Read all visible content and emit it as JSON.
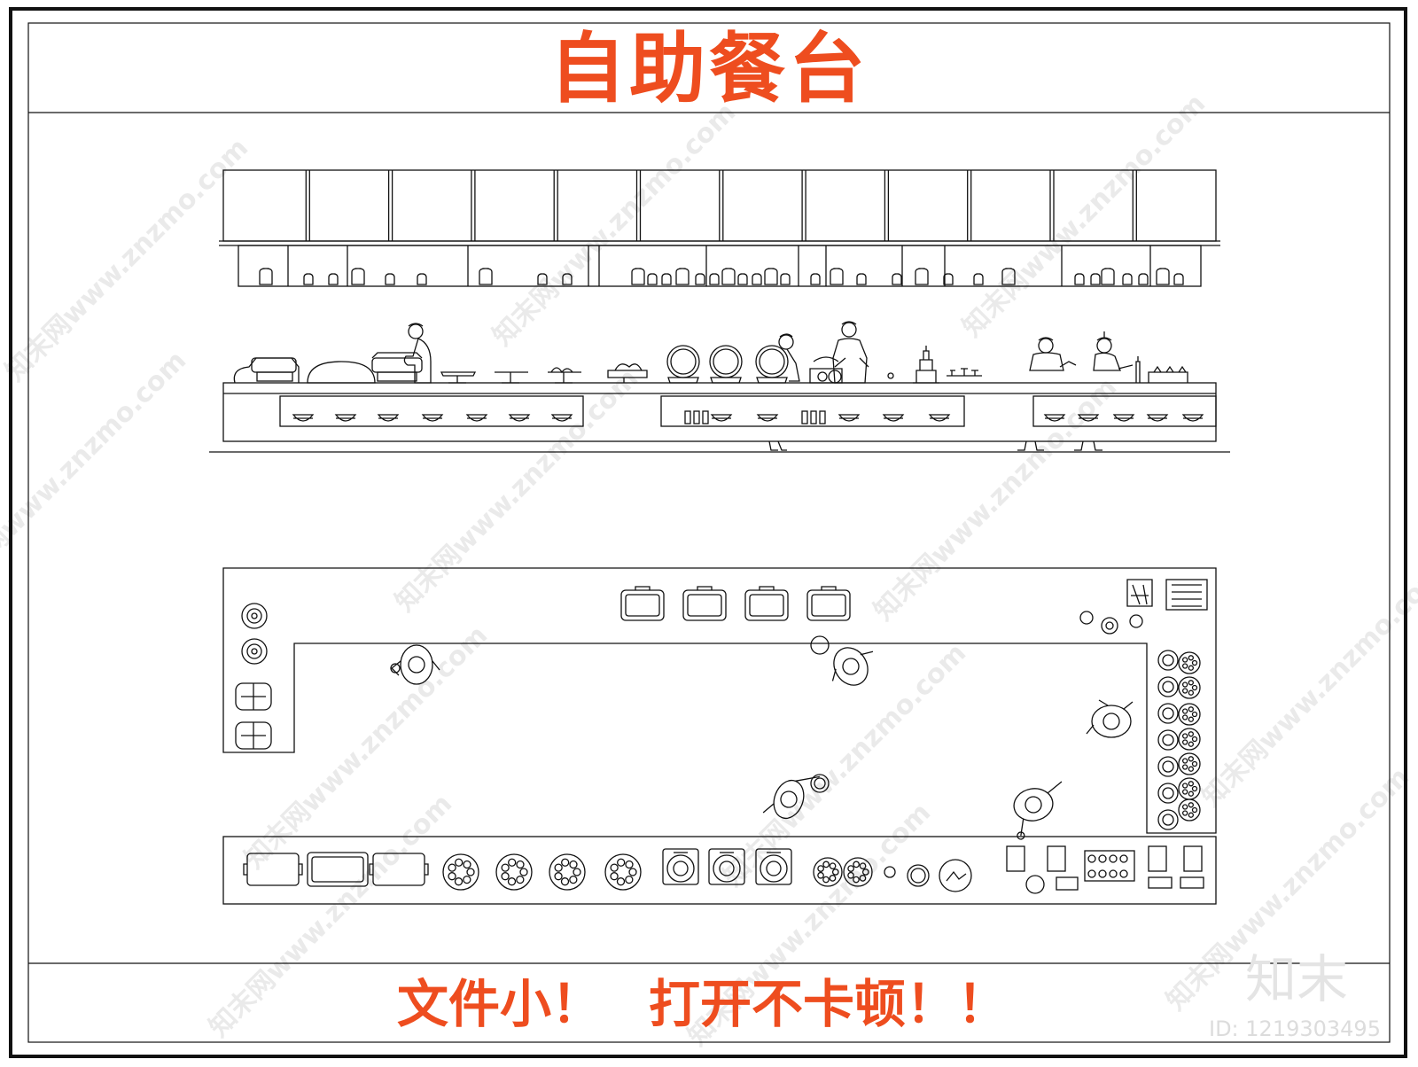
{
  "title": "自助餐台",
  "footer": {
    "left": "文件小！",
    "right": "打开不卡顿！！"
  },
  "brand": {
    "name": "知末",
    "id_label": "ID: 1219303495"
  },
  "watermark": "知末网www.znzmo.com",
  "colors": {
    "accent": "#ee4d1f",
    "line": "#111111",
    "watermark": "#eaeaea"
  }
}
